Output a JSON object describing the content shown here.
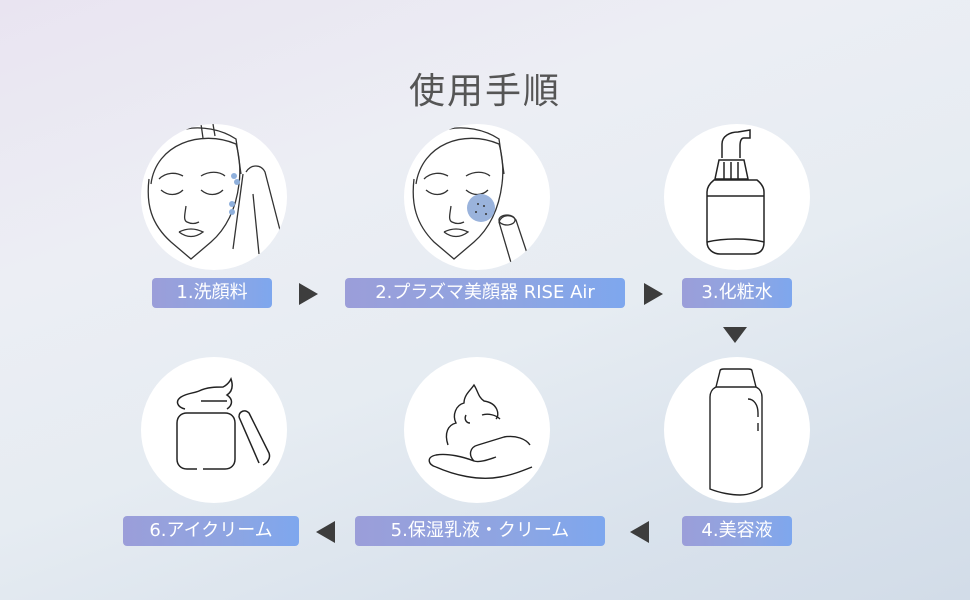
{
  "title": "使用手順",
  "steps": [
    {
      "number": 1,
      "label": "1.洗顔料",
      "icon": "face-wash-towel-icon"
    },
    {
      "number": 2,
      "label": "2.プラズマ美顔器 RISE Air",
      "icon": "face-plasma-device-icon"
    },
    {
      "number": 3,
      "label": "3.化粧水",
      "icon": "pump-bottle-icon"
    },
    {
      "number": 4,
      "label": "4.美容液",
      "icon": "serum-bottle-icon"
    },
    {
      "number": 5,
      "label": "5.保湿乳液・クリーム",
      "icon": "cream-on-hand-icon"
    },
    {
      "number": 6,
      "label": "6.アイクリーム",
      "icon": "cream-jar-icon"
    }
  ],
  "arrows": [
    {
      "from": 1,
      "to": 2,
      "direction": "right"
    },
    {
      "from": 2,
      "to": 3,
      "direction": "right"
    },
    {
      "from": 3,
      "to": 4,
      "direction": "down"
    },
    {
      "from": 4,
      "to": 5,
      "direction": "left"
    },
    {
      "from": 5,
      "to": 6,
      "direction": "left"
    }
  ],
  "colors": {
    "label_gradient_start": "#9b9ed9",
    "label_gradient_end": "#7ea7ee",
    "arrow": "#3d3d3d",
    "title": "#555555",
    "accent_blue": "#8fb0dc"
  }
}
